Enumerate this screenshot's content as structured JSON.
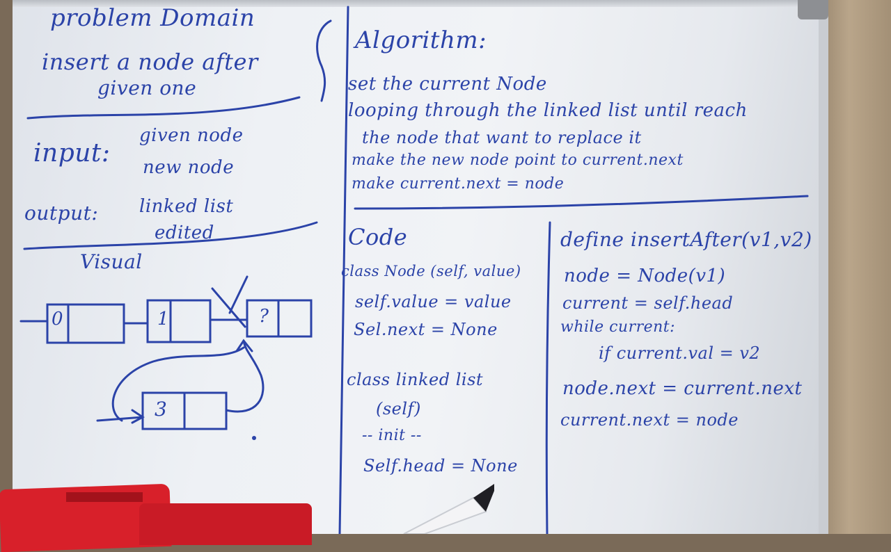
{
  "problem_domain": {
    "title": "problem Domain",
    "description_line1": "insert a node after",
    "description_line2": "given one"
  },
  "input": {
    "label": "input:",
    "item1": "given node",
    "item2": "new node"
  },
  "output": {
    "label": "output:",
    "item1": "linked list",
    "item2": "edited"
  },
  "visual": {
    "label": "Visual",
    "nodes": [
      "0",
      "1",
      "?",
      "3"
    ]
  },
  "algorithm": {
    "title": "Algorithm:",
    "steps": [
      "set the current Node",
      "looping through the linked list until reach",
      "the node that want to replace it",
      "make the new node point to current.next",
      "make current.next = node"
    ]
  },
  "code": {
    "title": "Code",
    "lines": [
      "class Node (self, value)",
      "self.value = value",
      "Sel.next = None",
      "class linked list",
      "(self)",
      "-- init --",
      "Self.head = None"
    ]
  },
  "insert_after": {
    "lines": [
      "define insertAfter(v1,v2)",
      "node = Node(v1)",
      "current = self.head",
      "while current:",
      "if current.val = v2",
      "node.next = current.next",
      "current.next = node"
    ]
  },
  "colors": {
    "ink": "#2b43a8",
    "board": "#eef1f5",
    "eraser": "#d8202a"
  }
}
